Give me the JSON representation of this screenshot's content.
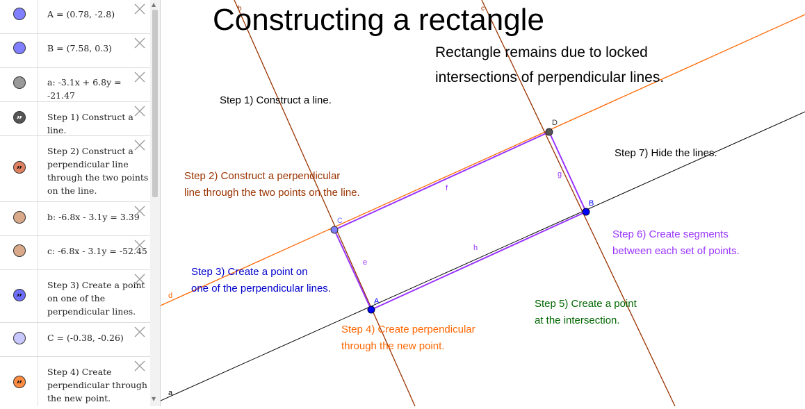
{
  "algebra_view": {
    "rows": [
      {
        "id": "A",
        "text": "A = (0.78, -2.8)",
        "marker": "point",
        "color": "#7f7fff"
      },
      {
        "id": "B",
        "text": "B = (7.58, 0.3)",
        "marker": "point",
        "color": "#7f7fff"
      },
      {
        "id": "a",
        "text": "a: -3.1x + 6.8y = -21.47",
        "marker": "point",
        "color": "#999999"
      },
      {
        "id": "step1",
        "lines": [
          "Step 1) Construct a line."
        ],
        "marker": "quote",
        "color": "#555555"
      },
      {
        "id": "step2",
        "lines": [
          "Step 2) Construct a",
          "perpendicular  line",
          "through the two points",
          "on the line."
        ],
        "marker": "quote",
        "color": "#e08060"
      },
      {
        "id": "b",
        "text": "b: -6.8x - 3.1y = 3.39",
        "marker": "point",
        "color": "#d9a98a"
      },
      {
        "id": "c",
        "text": "c: -6.8x - 3.1y = -52.45",
        "marker": "point",
        "color": "#d9a98a"
      },
      {
        "id": "step3",
        "lines": [
          "Step 3) Create a point",
          "on  one of the",
          "perpendicular lines."
        ],
        "marker": "quote",
        "color": "#6f6fff"
      },
      {
        "id": "C",
        "text": "C = (-0.38, -0.26)",
        "marker": "point",
        "color": "#c8c8ff"
      },
      {
        "id": "step4",
        "lines": [
          "Step 4) Create",
          "perpendicular  through",
          "the new point."
        ],
        "marker": "quote",
        "color": "#ff8c40"
      }
    ]
  },
  "graphics": {
    "title": "Constructing a rectangle",
    "subtitle_line1": "Rectangle remains due to locked",
    "subtitle_line2": "intersections of perpendicular lines.",
    "step1": "Step 1) Construct a line.",
    "step2_line1": "Step 2) Construct a perpendicular",
    "step2_line2": "line through the two points on the line.",
    "step3_line1": "Step 3) Create a point on",
    "step3_line2": "one of the perpendicular lines.",
    "step4_line1": "Step 4) Create perpendicular",
    "step4_line2": "through the new point.",
    "step5_line1": "Step 5) Create a point",
    "step5_line2": "at the intersection.",
    "step6_line1": "Step 6) Create segments",
    "step6_line2": "between each set of points.",
    "step7": "Step 7) Hide the lines.",
    "labels": {
      "A": "A",
      "B": "B",
      "C": "C",
      "D": "D",
      "a": "a",
      "b": "b",
      "c": "c",
      "d": "d",
      "e": "e",
      "f": "f",
      "g": "g",
      "h": "h"
    },
    "colors": {
      "line_a": "#000000",
      "perp_lines": "#993300",
      "line_d": "#ff6600",
      "segments": "#9933ff",
      "step2": "#993300",
      "step3": "#0000cc",
      "step4": "#ff6600",
      "step5": "#006600",
      "step6": "#9933ff",
      "point_fill": "#0000ff",
      "point_c": "#8080ff",
      "point_d": "#555555"
    }
  }
}
